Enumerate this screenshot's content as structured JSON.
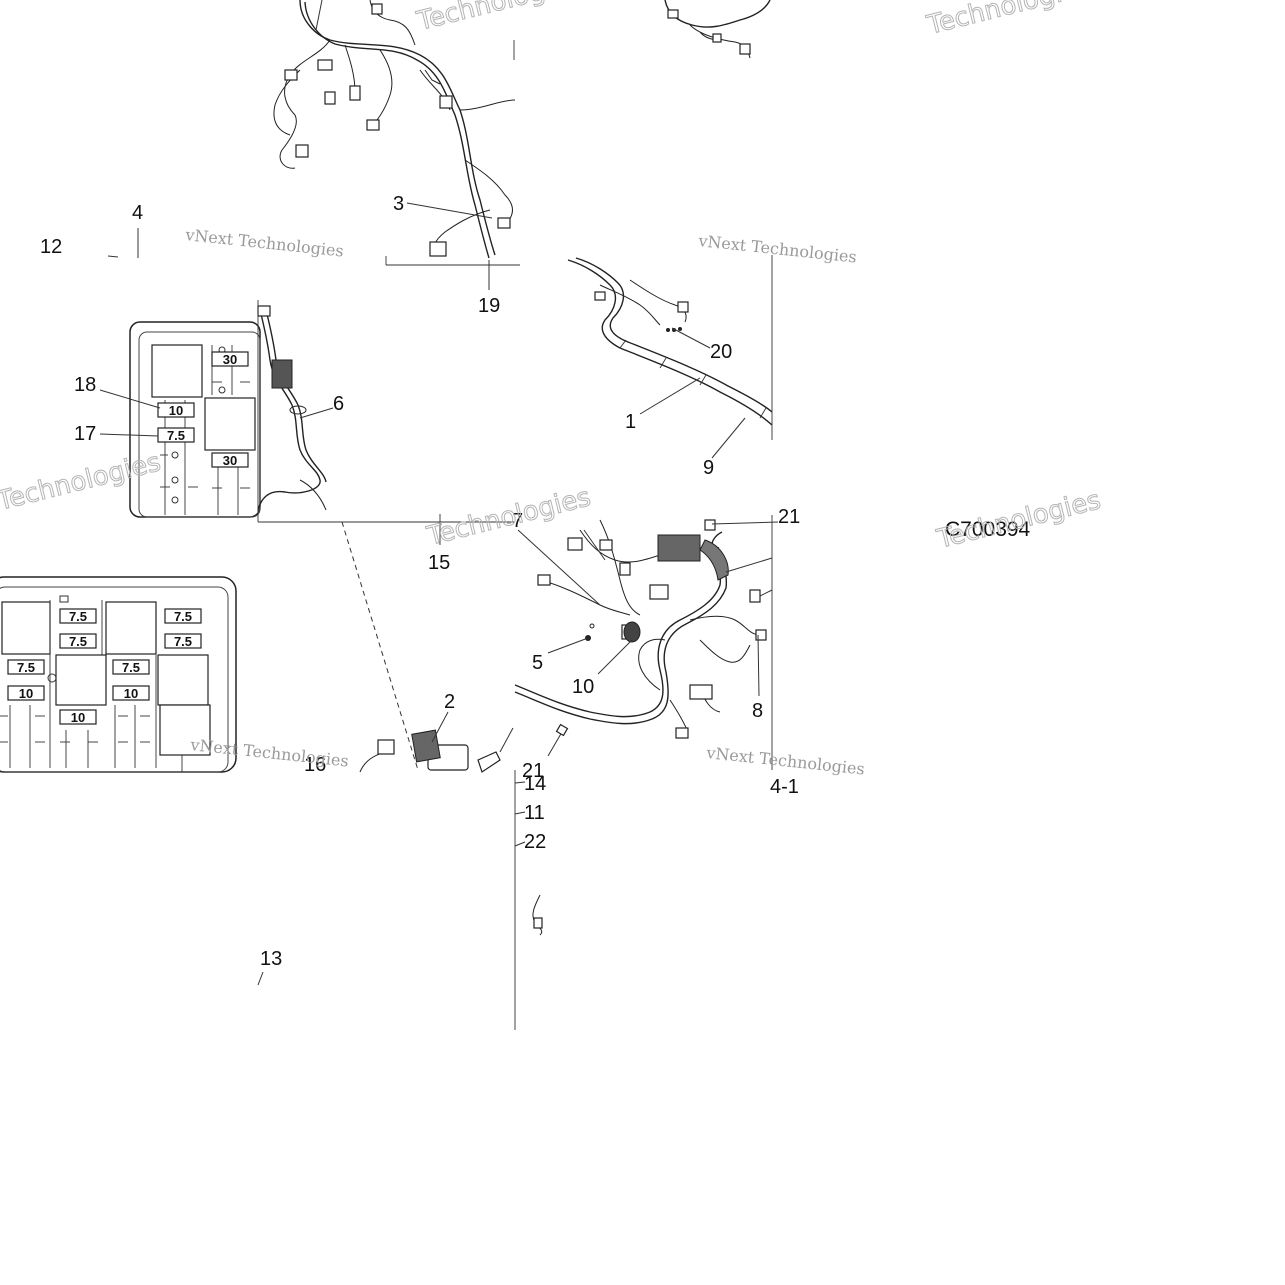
{
  "diagram": {
    "code": "C700394",
    "watermark": "vNext Technologies",
    "watermark_big": "Technologies",
    "callouts": [
      "1",
      "2",
      "3",
      "4",
      "5",
      "6",
      "7",
      "8",
      "9",
      "10",
      "11",
      "12",
      "13",
      "14",
      "15",
      "16",
      "17",
      "18",
      "19",
      "20",
      "21",
      "21",
      "22",
      "4-1"
    ],
    "fuse_box_upper": {
      "fuses": [
        "30",
        "10",
        "7.5",
        "30"
      ]
    },
    "fuse_box_lower": {
      "fuses": [
        "7.5",
        "7.5",
        "7.5",
        "7.5",
        "7.5",
        "10",
        "7.5",
        "10",
        "10"
      ]
    }
  }
}
